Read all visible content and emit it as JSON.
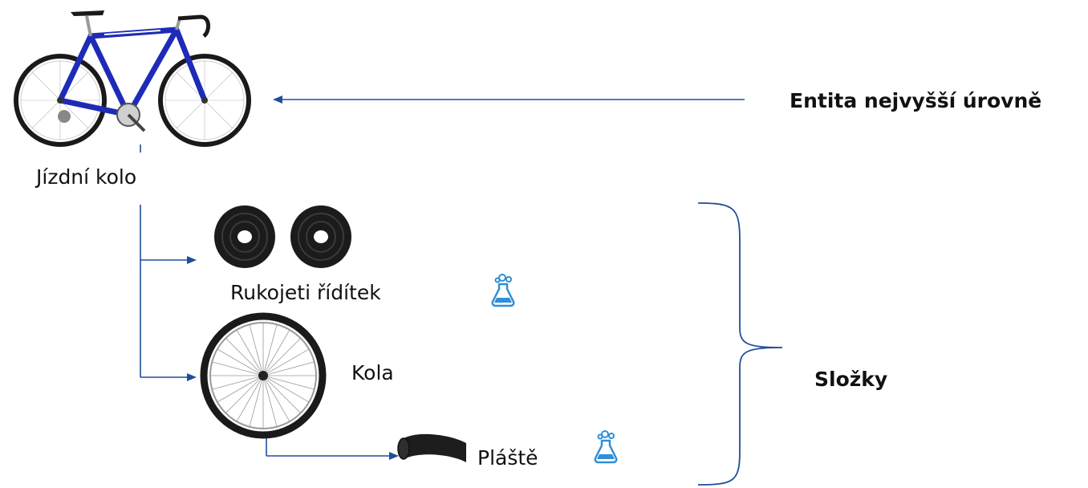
{
  "top_level_label": "Entita nejvyšší úrovně",
  "components_label": "Složky",
  "nodes": {
    "bike": "Jízdní kolo",
    "grips": "Rukojeti řídítek",
    "wheels": "Kola",
    "tires": "Pláště"
  },
  "icons": {
    "bike": "bicycle-image",
    "grips": "bar-tape-rolls-image",
    "wheels": "wheel-image",
    "tires": "tire-image",
    "flask": "flask-icon"
  },
  "colors": {
    "arrow": "#1f4e9c",
    "bike_frame": "#1e2bb8",
    "flask": "#2f8fd8"
  }
}
